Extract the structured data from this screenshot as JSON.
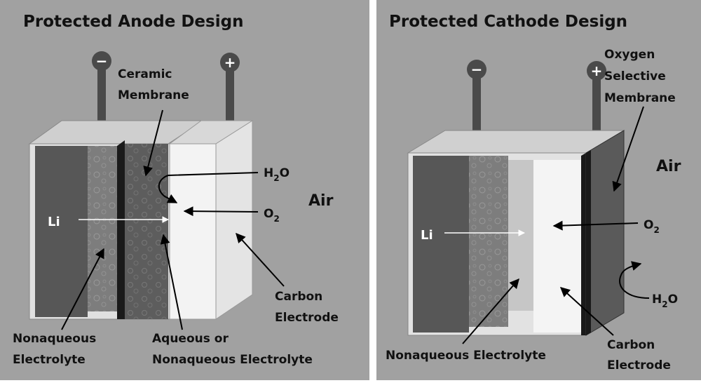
{
  "anode_panel": {
    "title": "Protected Anode Design",
    "terminal_negative": "−",
    "terminal_positive": "+",
    "ceramic_line1": "Ceramic",
    "ceramic_line2": "Membrane",
    "h2o": "H",
    "h2o_sub": "2",
    "h2o_end": "O",
    "o2": "O",
    "o2_sub": "2",
    "air": "Air",
    "li": "Li",
    "nonaqueous_line1": "Nonaqueous",
    "nonaqueous_line2": "Electrolyte",
    "aqueous_line1": "Aqueous or",
    "aqueous_line2": "Nonaqueous Electrolyte",
    "carbon_line1": "Carbon",
    "carbon_line2": "Electrode"
  },
  "cathode_panel": {
    "title": "Protected Cathode Design",
    "terminal_negative": "−",
    "terminal_positive": "+",
    "oxygen_line1": "Oxygen",
    "oxygen_line2": "Selective",
    "oxygen_line3": "Membrane",
    "air": "Air",
    "li": "Li",
    "o2": "O",
    "o2_sub": "2",
    "h2o": "H",
    "h2o_sub": "2",
    "h2o_end": "O",
    "nonaqueous": "Nonaqueous Electrolyte",
    "carbon_line1": "Carbon",
    "carbon_line2": "Electrode"
  },
  "colors": {
    "background": "#a1a1a1",
    "lithium": "#555555",
    "electrolyte": "#787878",
    "membrane": "#1a1a1a",
    "electrode": "#f2f2f2",
    "casing": "#dcdcdc"
  }
}
